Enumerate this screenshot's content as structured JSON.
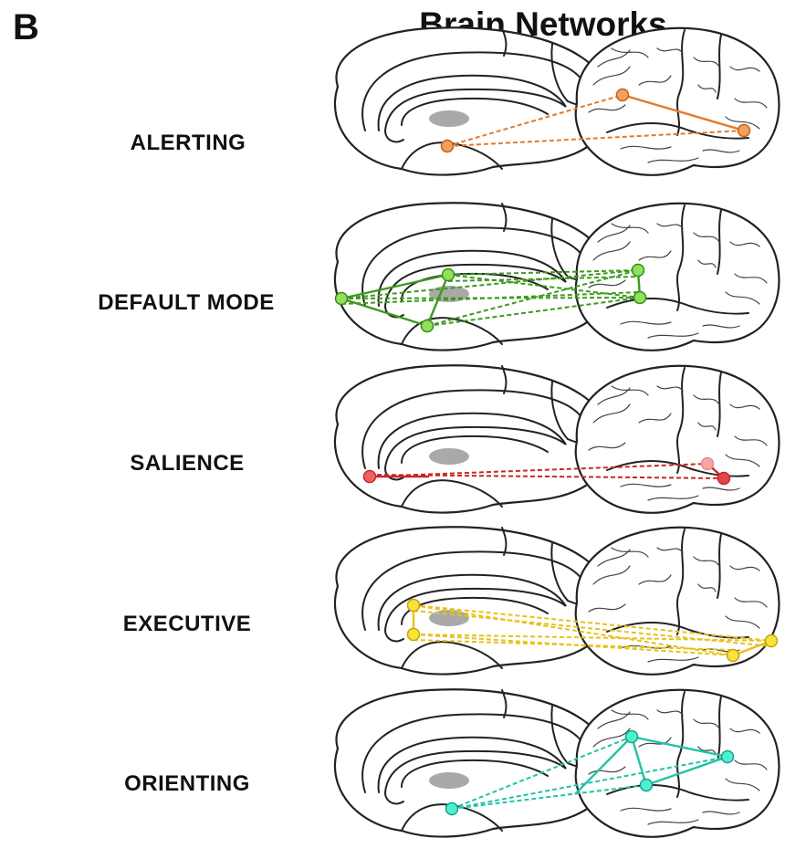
{
  "figure": {
    "panel_letter": "B",
    "title": "Brain Networks"
  },
  "networks": [
    {
      "id": "alerting",
      "label": "ALERTING",
      "color": "#e07a2e",
      "node_fill": "#f2a05c"
    },
    {
      "id": "default-mode",
      "label": "DEFAULT MODE",
      "color": "#3e9a1e",
      "node_fill": "#8fe05a"
    },
    {
      "id": "salience",
      "label": "SALIENCE",
      "color": "#c62828",
      "node_fill": "#f06262"
    },
    {
      "id": "executive",
      "label": "EXECUTIVE",
      "color": "#e8c11a",
      "node_fill": "#f7e43a"
    },
    {
      "id": "orienting",
      "label": "ORIENTING",
      "color": "#22c3a6",
      "node_fill": "#4ff0d0"
    }
  ]
}
